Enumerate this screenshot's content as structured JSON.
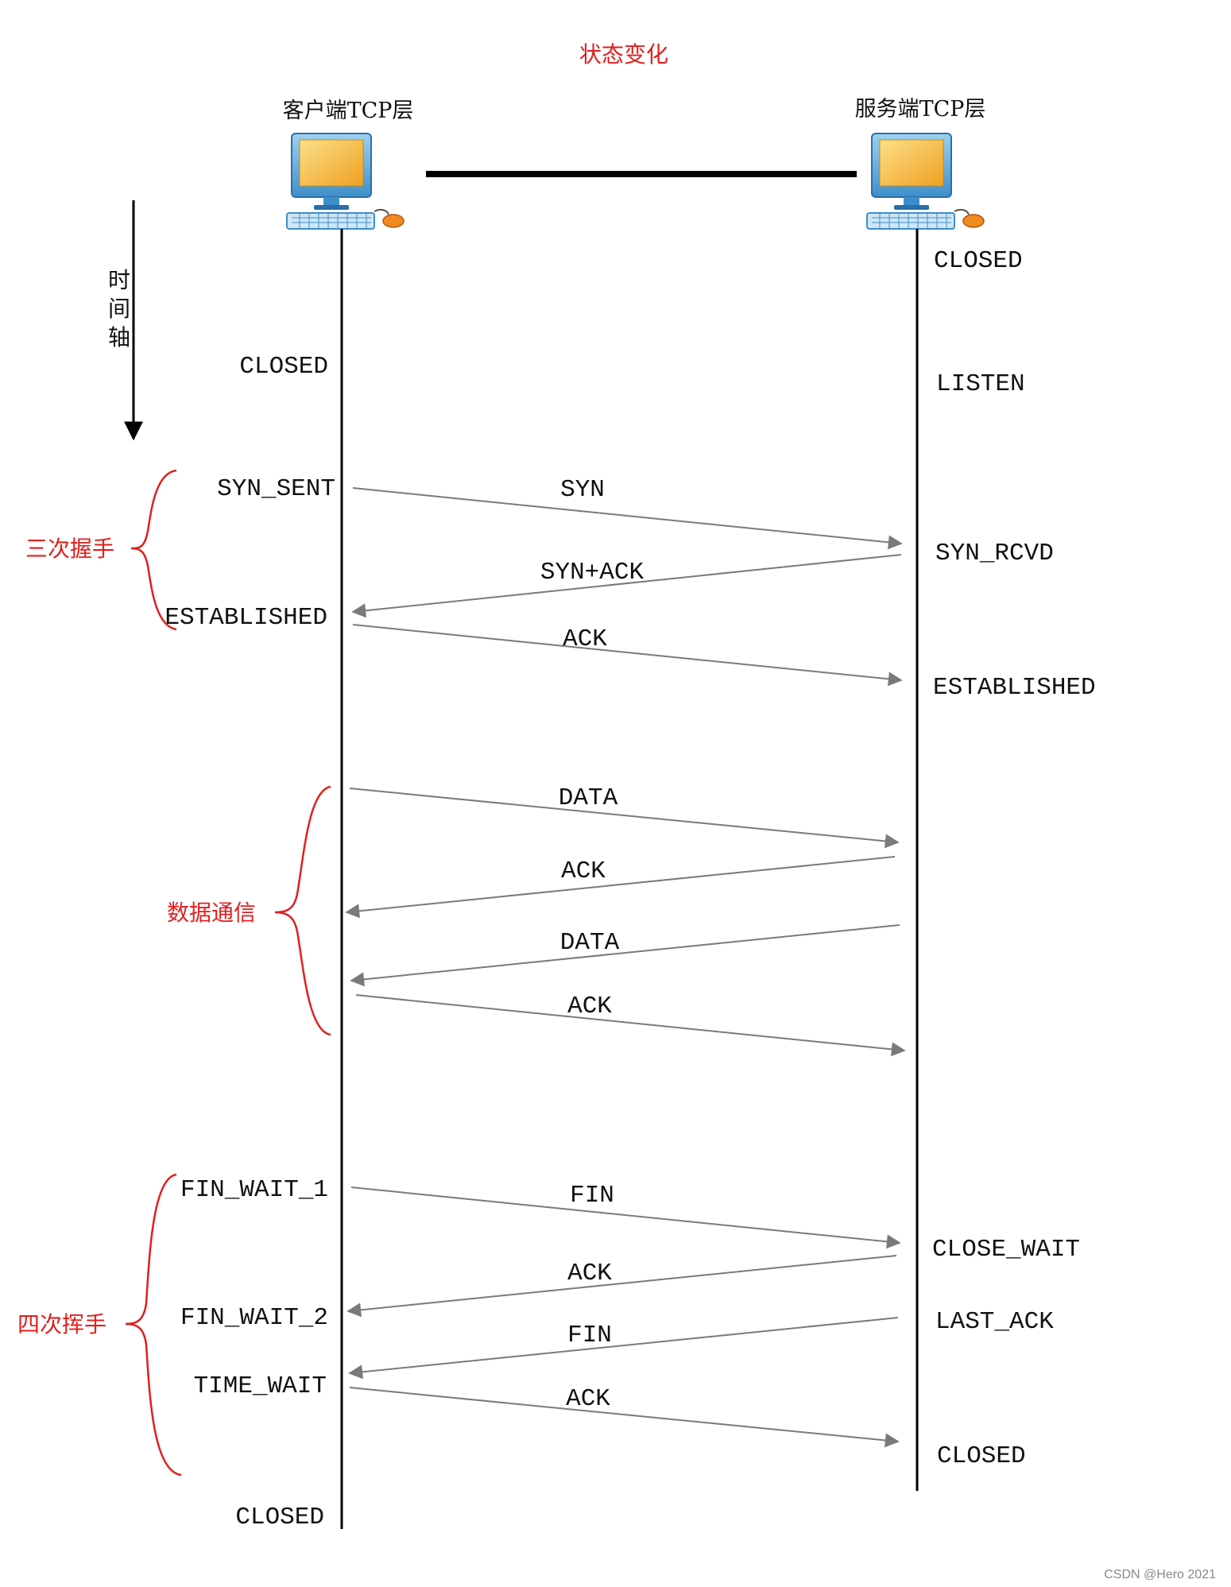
{
  "title": "状态变化",
  "client": {
    "label": "客户端TCP层"
  },
  "server": {
    "label": "服务端TCP层"
  },
  "time_axis": {
    "chars": [
      "时",
      "间",
      "轴"
    ]
  },
  "client_states": [
    "CLOSED",
    "SYN_SENT",
    "ESTABLISHED",
    "FIN_WAIT_1",
    "FIN_WAIT_2",
    "TIME_WAIT",
    "CLOSED"
  ],
  "server_states": [
    "CLOSED",
    "LISTEN",
    "SYN_RCVD",
    "ESTABLISHED",
    "CLOSE_WAIT",
    "LAST_ACK",
    "CLOSED"
  ],
  "messages": [
    {
      "label": "SYN",
      "direction": "client-to-server"
    },
    {
      "label": "SYN+ACK",
      "direction": "server-to-client"
    },
    {
      "label": "ACK",
      "direction": "client-to-server"
    },
    {
      "label": "DATA",
      "direction": "client-to-server"
    },
    {
      "label": "ACK",
      "direction": "server-to-client"
    },
    {
      "label": "DATA",
      "direction": "server-to-client"
    },
    {
      "label": "ACK",
      "direction": "client-to-server"
    },
    {
      "label": "FIN",
      "direction": "client-to-server"
    },
    {
      "label": "ACK",
      "direction": "server-to-client"
    },
    {
      "label": "FIN",
      "direction": "server-to-client"
    },
    {
      "label": "ACK",
      "direction": "client-to-server"
    }
  ],
  "phases": [
    "三次握手",
    "数据通信",
    "四次挥手"
  ],
  "watermark": "CSDN @Hero 2021",
  "colors": {
    "accent": "#e0201f",
    "arrow": "#7a7a7a",
    "line": "#000000"
  },
  "icons": {
    "client": "computer-icon",
    "server": "computer-icon"
  }
}
